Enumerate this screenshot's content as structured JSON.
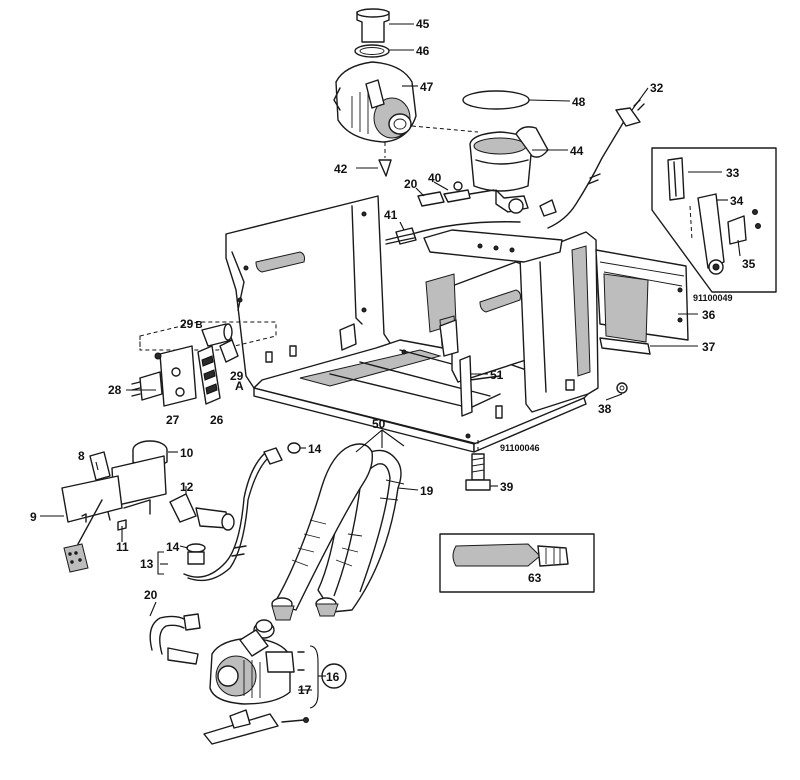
{
  "labels": {
    "p45": "45",
    "p46": "46",
    "p47": "47",
    "p48": "48",
    "p32": "32",
    "p44": "44",
    "p42": "42",
    "p20a": "20",
    "p40": "40",
    "p41": "41",
    "p33": "33",
    "p34": "34",
    "p35": "35",
    "p36": "36",
    "p37": "37",
    "p38": "38",
    "p51": "51",
    "p29b": "29",
    "p29b_suffix": "B",
    "p29a": "29",
    "p29a_suffix": "A",
    "p28": "28",
    "p27": "27",
    "p26": "26",
    "p50": "50",
    "p14a": "14",
    "p10": "10",
    "p8": "8",
    "p12": "12",
    "p19": "19",
    "p39": "39",
    "p9": "9",
    "p11": "11",
    "p14b": "14",
    "p13": "13",
    "p63": "63",
    "p20b": "20",
    "p16": "16",
    "p17": "17"
  },
  "refs": {
    "inset": "91100049",
    "main": "91100046"
  },
  "colors": {
    "line": "#1a1a1a",
    "background": "#ffffff",
    "shade": "#bdbdbd"
  }
}
